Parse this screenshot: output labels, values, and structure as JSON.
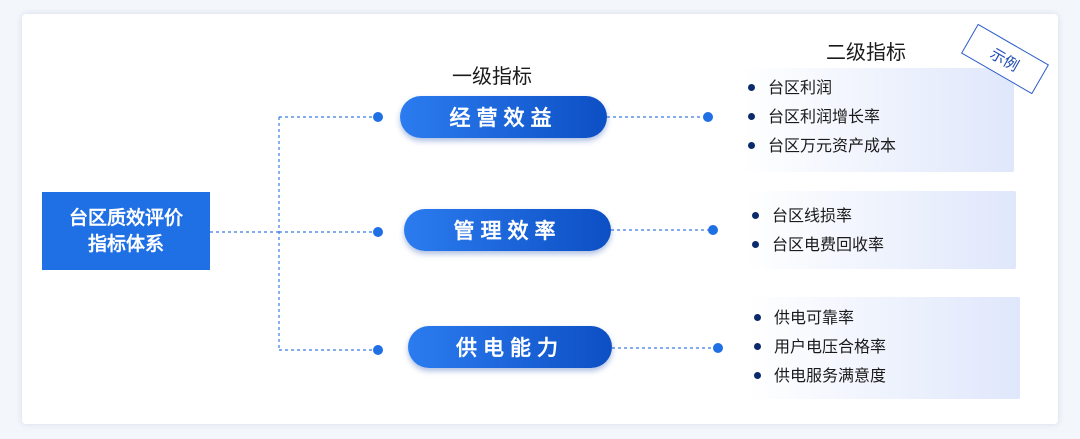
{
  "root": {
    "line1": "台区质效评价",
    "line2": "指标体系"
  },
  "headers": {
    "level1": "一级指标",
    "level2": "二级指标"
  },
  "badge": "示例",
  "level1": [
    {
      "label": "经营效益",
      "children": [
        "台区利润",
        "台区利润增长率",
        "台区万元资产成本"
      ]
    },
    {
      "label": "管理效率",
      "children": [
        "台区线损率",
        "台区电费回收率"
      ]
    },
    {
      "label": "供电能力",
      "children": [
        "供电可靠率",
        "用户电压合格率",
        "供电服务满意度"
      ]
    }
  ],
  "colors": {
    "primary": "#1f6fe5",
    "pill_dark": "#0d4fc4",
    "dot": "#0b2a6b",
    "box_tint": "#dfe7fb"
  }
}
